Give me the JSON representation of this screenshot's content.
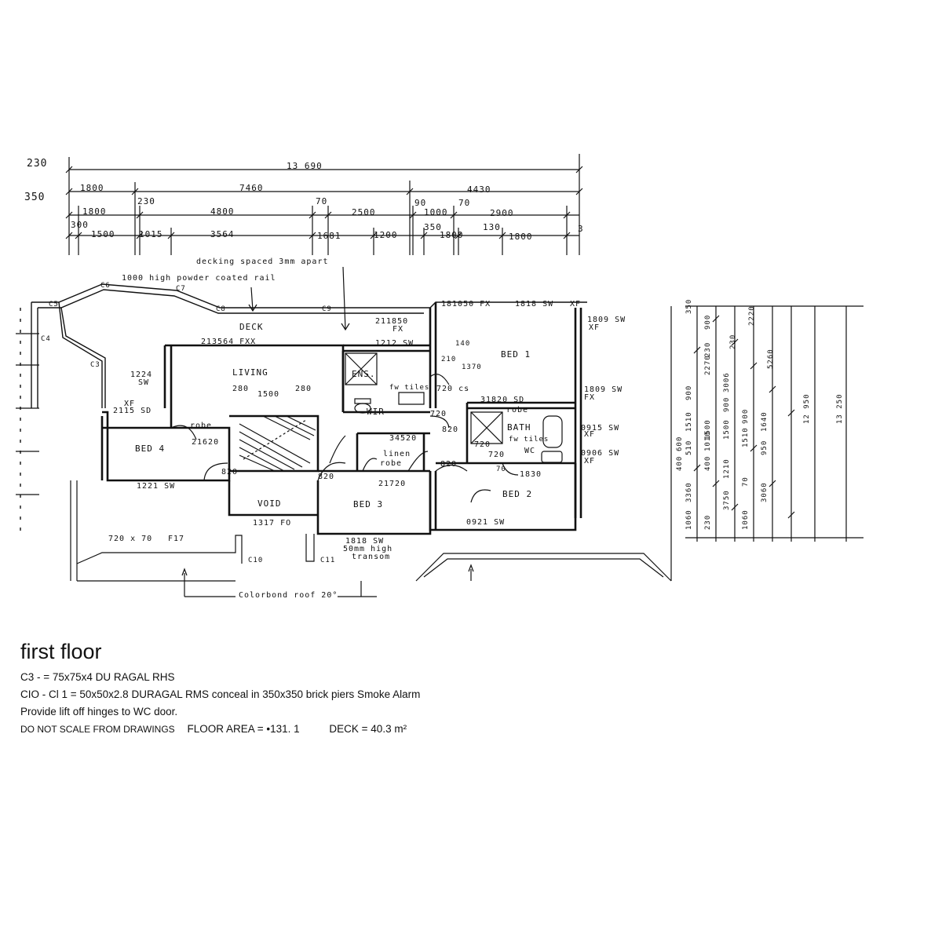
{
  "dims": {
    "row0": {
      "left": "230",
      "total": "13 690"
    },
    "row1": {
      "left": "350",
      "a": "1800",
      "b": "7460",
      "c": "4430"
    },
    "row2": {
      "a": "1800",
      "b": "230",
      "c": "4800",
      "d": "70",
      "e": "2500",
      "f": "90",
      "g": "1000",
      "h": "70",
      "i": "2900"
    },
    "row3": {
      "a": "300",
      "b": "1500",
      "c": "1015",
      "d": "3564",
      "e": "1681",
      "f": "1200",
      "g": "350",
      "h": "1800",
      "i": "130",
      "j": "1800",
      "k": "3"
    }
  },
  "annotations": {
    "decking": "decking spaced 3mm apart",
    "rail": "1000 high powder coated rail",
    "roof": "Colorbond roof 20°",
    "transom": [
      "1818 SW",
      "50mm high",
      "transom"
    ]
  },
  "columns": [
    "C5",
    "C6",
    "C7",
    "C8",
    "C9",
    "C4",
    "C3",
    "C10",
    "C11"
  ],
  "rooms": {
    "deck": "DECK",
    "living": "LIVING",
    "bed1": "BED 1",
    "bed2": "BED 2",
    "bed3": "BED 3",
    "bed4": "BED 4",
    "ens": "ENS.",
    "wir": "WIR",
    "bath": "BATH",
    "void": "VOID",
    "wc": "WC",
    "robe1": "robe",
    "robe2": "robe",
    "robe3": "robe",
    "linen": "linen"
  },
  "windows": {
    "w1": "213564 FXX",
    "w2": "211850",
    "w2b": "FX",
    "w3": "1212 SW",
    "w4": "181050 FX",
    "w5": "1818 SW",
    "w5b": "XF",
    "w6": "1809 SW",
    "w6b": "XF",
    "w7": "1809 SW",
    "w7b": "FX",
    "w8": "0915 SW",
    "w8b": "XF",
    "w9": "0906 SW",
    "w9b": "XF",
    "w10": "1224",
    "w10b": "SW",
    "w11": "2115 SD",
    "w11b": "XF",
    "w12": "1221 SW",
    "w13": "1317 FO",
    "w14": "0921 SW",
    "w15": "31820 SD",
    "w16": "34520"
  },
  "doors": {
    "d1": "720 cs",
    "d2": "820",
    "d3": "720",
    "d4": "720",
    "d5": "820",
    "d6": "820",
    "d7": "820",
    "d8": "21720",
    "d9": "720",
    "d10": "21620",
    "d11": "1830",
    "d12": "1500",
    "d13": "280",
    "d14": "280",
    "d15": "720 x 70",
    "d16": "F17",
    "d17": "fw tiles",
    "d18": "fw tiles",
    "d19": "140",
    "d20": "210",
    "d21": "1370",
    "d22": "70"
  },
  "right_dims": [
    "350",
    "900",
    "230",
    "2270",
    "900",
    "1510",
    "1500",
    "510",
    "400",
    "3360",
    "1060",
    "230",
    "2220",
    "230",
    "3006",
    "900",
    "900",
    "1500",
    "1010",
    "1510",
    "1210",
    "3750",
    "1060",
    "5260",
    "1640",
    "950",
    "3060",
    "70",
    "12 950",
    "13 250",
    "400",
    "600"
  ],
  "notes": {
    "title": "first floor",
    "line1": "C3 - = 75x75x4 DU RAGAL RHS",
    "line2": "CIO - Cl 1 = 50x50x2.8 DURAGAL RMS conceal in 350x350 brick piers Smoke Alarm",
    "line3": "Provide lift off hinges to WC door.",
    "line4a": "DO NOT SCALE FROM DRAWINGS",
    "line4b": "FLOOR AREA = •131. 1",
    "line4c": "DECK = 40.3 m²"
  }
}
